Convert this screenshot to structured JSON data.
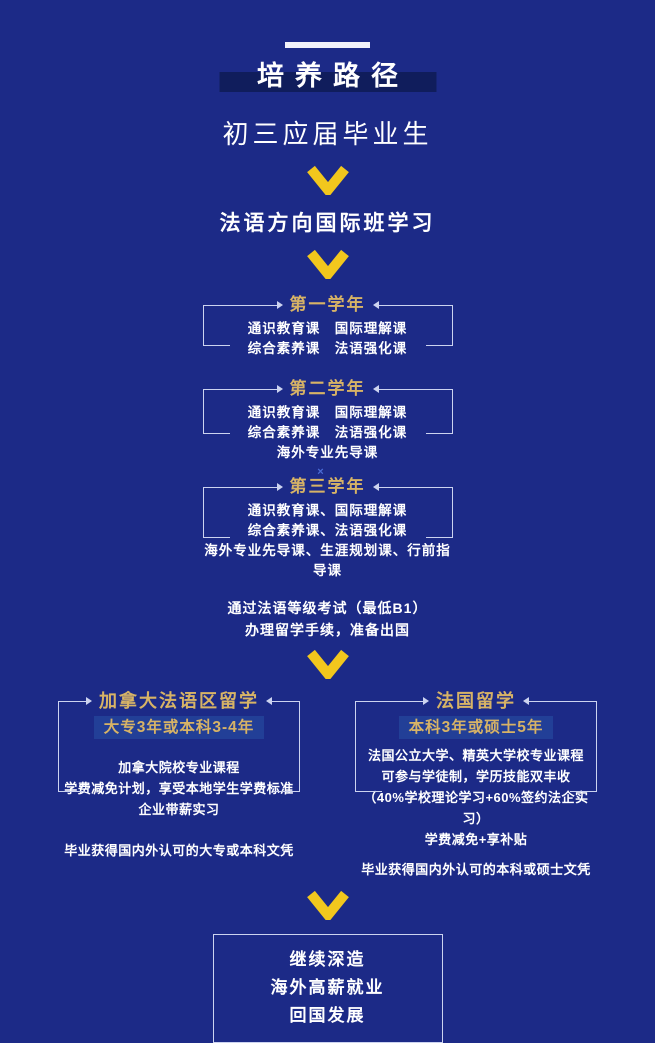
{
  "theme": {
    "bg": "#1c2a87",
    "line": "#ccd3f0",
    "gold": "#d7b366",
    "yellow": "#f2c71d",
    "bar": "#101d5c",
    "band": "#223f97",
    "text": "#ffffff",
    "marker": "#4b6cd6",
    "flag-blue": "#20338e",
    "flag-white": "#f8f9fc",
    "flag-red": "#c8152b"
  },
  "header": {
    "title": "培养路径",
    "flag_icon": "france-flag"
  },
  "flow": {
    "start": "初三应届毕业生",
    "stage1": "法语方向国际班学习",
    "years": [
      {
        "title": "第一学年",
        "lines": [
          "通识教育课　国际理解课",
          "综合素养课　法语强化课"
        ]
      },
      {
        "title": "第二学年",
        "lines": [
          "通识教育课　国际理解课",
          "综合素养课　法语强化课",
          "海外专业先导课"
        ]
      },
      {
        "title": "第三学年",
        "marker": "×",
        "lines": [
          "通识教育课、国际理解课",
          "综合素养课、法语强化课",
          "海外专业先导课、生涯规划课、行前指导课"
        ]
      }
    ],
    "exam_note": [
      "通过法语等级考试（最低B1）",
      "办理留学手续，准备出国"
    ],
    "destinations": [
      {
        "title": "加拿大法语区留学",
        "duration": "大专3年或本科3-4年",
        "details": [
          "加拿大院校专业课程",
          "学费减免计划，享受本地学生学费标准",
          "企业带薪实习"
        ],
        "outcome": "毕业获得国内外认可的大专或本科文凭"
      },
      {
        "title": "法国留学",
        "duration": "本科3年或硕士5年",
        "details": [
          "法国公立大学、精英大学校专业课程",
          "可参与学徒制，学历技能双丰收",
          "（40%学校理论学习+60%签约法企实习）",
          "学费减免+享补贴"
        ],
        "outcome": "毕业获得国内外认可的本科或硕士文凭"
      }
    ],
    "final": [
      "继续深造",
      "海外高薪就业",
      "回国发展"
    ]
  }
}
